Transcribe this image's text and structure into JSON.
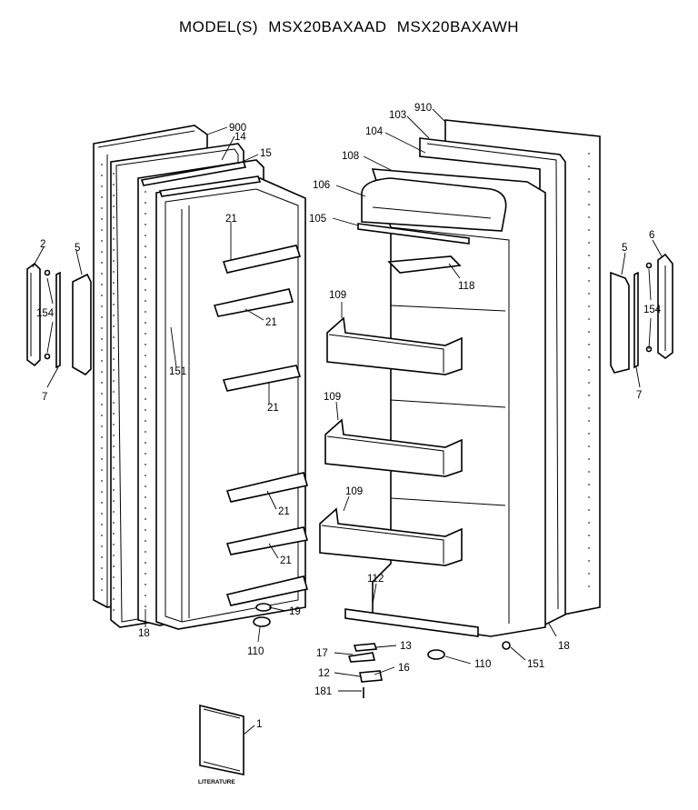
{
  "header": {
    "prefix": "MODEL(S)",
    "models": [
      "MSX20BAXAAD",
      "MSX20BAXAWH"
    ]
  },
  "callouts": {
    "c900": "900",
    "c14": "14",
    "c15": "15",
    "c21a": "21",
    "c21b": "21",
    "c21c": "21",
    "c21d": "21",
    "c21e": "21",
    "c2": "2",
    "c5l": "5",
    "c154l": "154",
    "c7l": "7",
    "c151l": "151",
    "c18l": "18",
    "c19": "19",
    "c110l": "110",
    "c910": "910",
    "c103": "103",
    "c104": "104",
    "c108": "108",
    "c106": "106",
    "c105": "105",
    "c118": "118",
    "c109a": "109",
    "c109b": "109",
    "c109c": "109",
    "c112": "112",
    "c5r": "5",
    "c6": "6",
    "c154r": "154",
    "c7r": "7",
    "c18r": "18",
    "c13": "13",
    "c17": "17",
    "c16": "16",
    "c12": "12",
    "c181": "181",
    "c110r": "110",
    "c151r": "151",
    "c1": "1",
    "literature": "LITERATURE"
  }
}
